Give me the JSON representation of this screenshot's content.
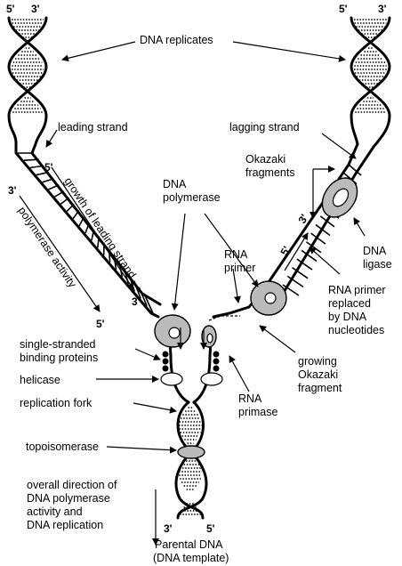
{
  "labels": {
    "dna_replicates": "DNA replicates",
    "leading_strand": "leading strand",
    "lagging_strand": "lagging strand",
    "okazaki_fragments": [
      "Okazaki",
      "fragments"
    ],
    "dna_polymerase": [
      "DNA",
      "polymerase"
    ],
    "growth_of_leading_strand": "growth of leading strand",
    "polymerase_activity": "polymerase activity",
    "rna_primer": [
      "RNA",
      "primer"
    ],
    "dna_ligase": [
      "DNA",
      "ligase"
    ],
    "rna_primer_replaced": [
      "RNA primer",
      "replaced",
      "by DNA",
      "nucleotides"
    ],
    "single_stranded_binding_proteins": [
      "single-stranded",
      "binding proteins"
    ],
    "helicase": "helicase",
    "growing_okazaki_fragment": [
      "growing",
      "Okazaki",
      "fragment"
    ],
    "rna_primase": [
      "RNA",
      "primase"
    ],
    "replication_fork": "replication fork",
    "topoisomerase": "topoisomerase",
    "overall_direction": [
      "overall direction of",
      "DNA polymerase",
      "activity and",
      "DNA replication"
    ],
    "parental_dna": [
      "Parental DNA",
      "(DNA template)"
    ]
  },
  "ends": {
    "top_left_5": "5'",
    "top_left_3": "3'",
    "top_right_5": "5'",
    "top_right_3": "3'",
    "leading_5": "5'",
    "leading_3_upper": "3'",
    "leading_3_lower": "3'",
    "leading_5_lower": "5'",
    "lagging_5": "5'",
    "lagging_3": "3'",
    "bottom_3": "3'",
    "bottom_5": "5'"
  }
}
